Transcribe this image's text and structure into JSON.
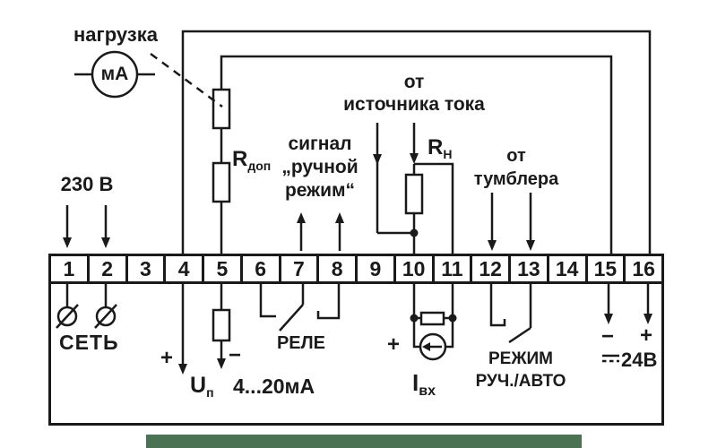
{
  "labels": {
    "load": "нагрузка",
    "meter": "мА",
    "mains_voltage": "230 В",
    "r_dop_base": "R",
    "r_dop_sub": "доп",
    "manual_signal_l1": "сигнал",
    "manual_signal_l2": "„ручной",
    "manual_signal_l3": "режим“",
    "current_source_l1": "от",
    "current_source_l2": "источника тока",
    "r_n_base": "R",
    "r_n_sub": "Н",
    "toggle_l1": "от",
    "toggle_l2": "тумблера",
    "mains": "СЕТЬ",
    "u_p_plus": "+",
    "u_p_base": "U",
    "u_p_sub": "п",
    "u_p_minus": "−",
    "output_range": "4...20мА",
    "relay": "РЕЛЕ",
    "i_in_plus": "+",
    "i_in_base": "I",
    "i_in_sub": "вх",
    "mode_l1": "РЕЖИМ",
    "mode_l2": "РУЧ./АВТО",
    "dc_minus": "−",
    "dc_plus": "+",
    "dc_voltage": "24В"
  },
  "terminals": {
    "cells": [
      "1",
      "2",
      "3",
      "4",
      "5",
      "6",
      "7",
      "8",
      "9",
      "10",
      "11",
      "12",
      "13",
      "14",
      "15",
      "16"
    ]
  },
  "colors": {
    "line": "#1a1a1a",
    "accent_bar": "#4b7252",
    "background": "#ffffff"
  }
}
